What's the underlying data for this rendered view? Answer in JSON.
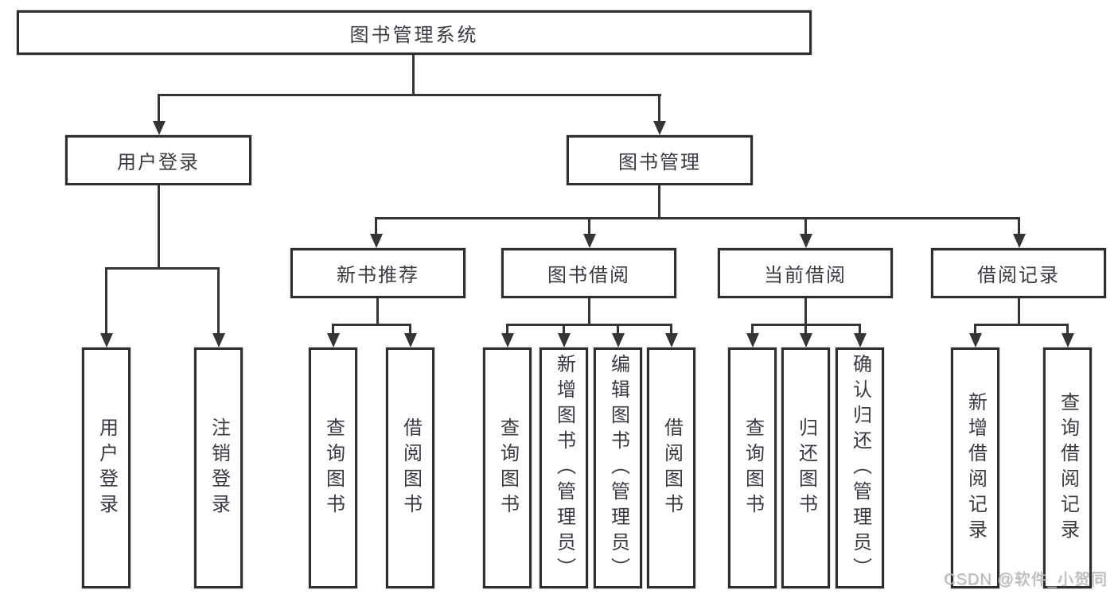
{
  "diagram": {
    "title": "图书管理系统",
    "type": "hierarchy-tree",
    "colors": {
      "background": "#ffffff",
      "box_border": "#2e2e2e",
      "line": "#353535",
      "text": "#383c42",
      "watermark": "#bdbdbd"
    },
    "nodes": {
      "root": "图书管理系统",
      "user_login": "用户登录",
      "book_mgmt": "图书管理",
      "new_book_rec": "新书推荐",
      "book_borrow": "图书借阅",
      "current_borrow": "当前借阅",
      "borrow_record": "借阅记录",
      "user_login_leaf": "用户登录",
      "logout": "注销登录",
      "query_book_a": "查询图书",
      "borrow_book_a": "借阅图书",
      "query_book_b": "查询图书",
      "add_book_admin": "新增图书（管理员）",
      "edit_book_admin": "编辑图书（管理员）",
      "borrow_book_b": "借阅图书",
      "query_book_c": "查询图书",
      "return_book": "归还图书",
      "confirm_return_admin": "确认归还（管理员）",
      "add_borrow_record": "新增借阅记录",
      "query_borrow_record": "查询借阅记录"
    },
    "hierarchy": {
      "图书管理系统": [
        "用户登录",
        "图书管理"
      ],
      "用户登录": [
        "用户登录",
        "注销登录"
      ],
      "图书管理": [
        "新书推荐",
        "图书借阅",
        "当前借阅",
        "借阅记录"
      ],
      "新书推荐": [
        "查询图书",
        "借阅图书"
      ],
      "图书借阅": [
        "查询图书",
        "新增图书（管理员）",
        "编辑图书（管理员）",
        "借阅图书"
      ],
      "当前借阅": [
        "查询图书",
        "归还图书",
        "确认归还（管理员）"
      ],
      "借阅记录": [
        "新增借阅记录",
        "查询借阅记录"
      ]
    },
    "watermark": "CSDN @软件_小贺同学"
  }
}
